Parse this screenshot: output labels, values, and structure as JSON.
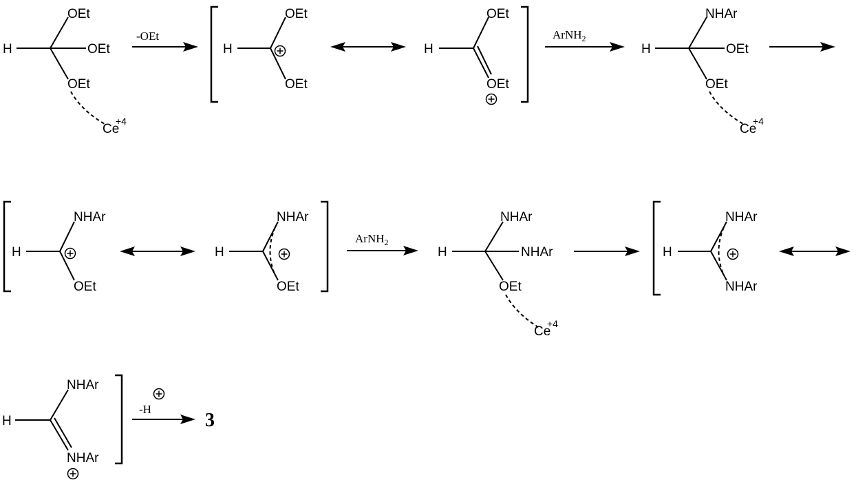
{
  "scheme": {
    "atoms": {
      "h": "H",
      "oet": "OEt",
      "nhar": "NHAr",
      "ce": "Ce",
      "ce_charge": "+4"
    },
    "reagents": {
      "minus_oet": "-OEt",
      "arnh2": "ArNH",
      "arnh2_sub": "2",
      "minus_h": "-H"
    },
    "product": "3"
  }
}
